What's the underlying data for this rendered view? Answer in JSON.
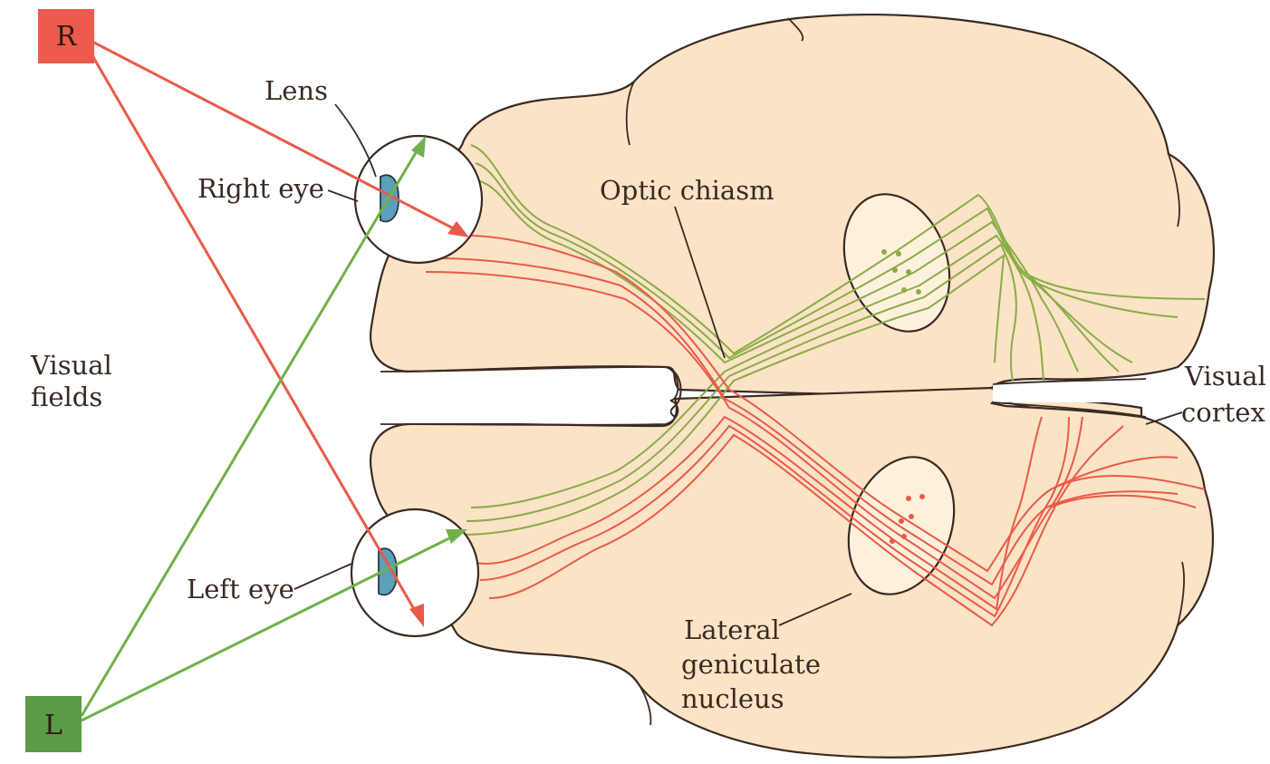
{
  "visual_field_boxes": {
    "right": {
      "label": "R",
      "color": "#ec5a4e"
    },
    "left": {
      "label": "L",
      "color": "#5d9a46"
    }
  },
  "labels": {
    "lens": "Lens",
    "right_eye": "Right eye",
    "left_eye": "Left eye",
    "optic_chiasm": "Optic chiasm",
    "visual_fields": [
      "Visual",
      "fields"
    ],
    "visual_cortex": [
      "Visual",
      "cortex"
    ],
    "lgn": [
      "Lateral",
      "geniculate",
      "nucleus"
    ]
  },
  "colors": {
    "right_field": "#ea5a4a",
    "left_field": "#8aac48",
    "brain_fill": "#fbe3c6"
  }
}
